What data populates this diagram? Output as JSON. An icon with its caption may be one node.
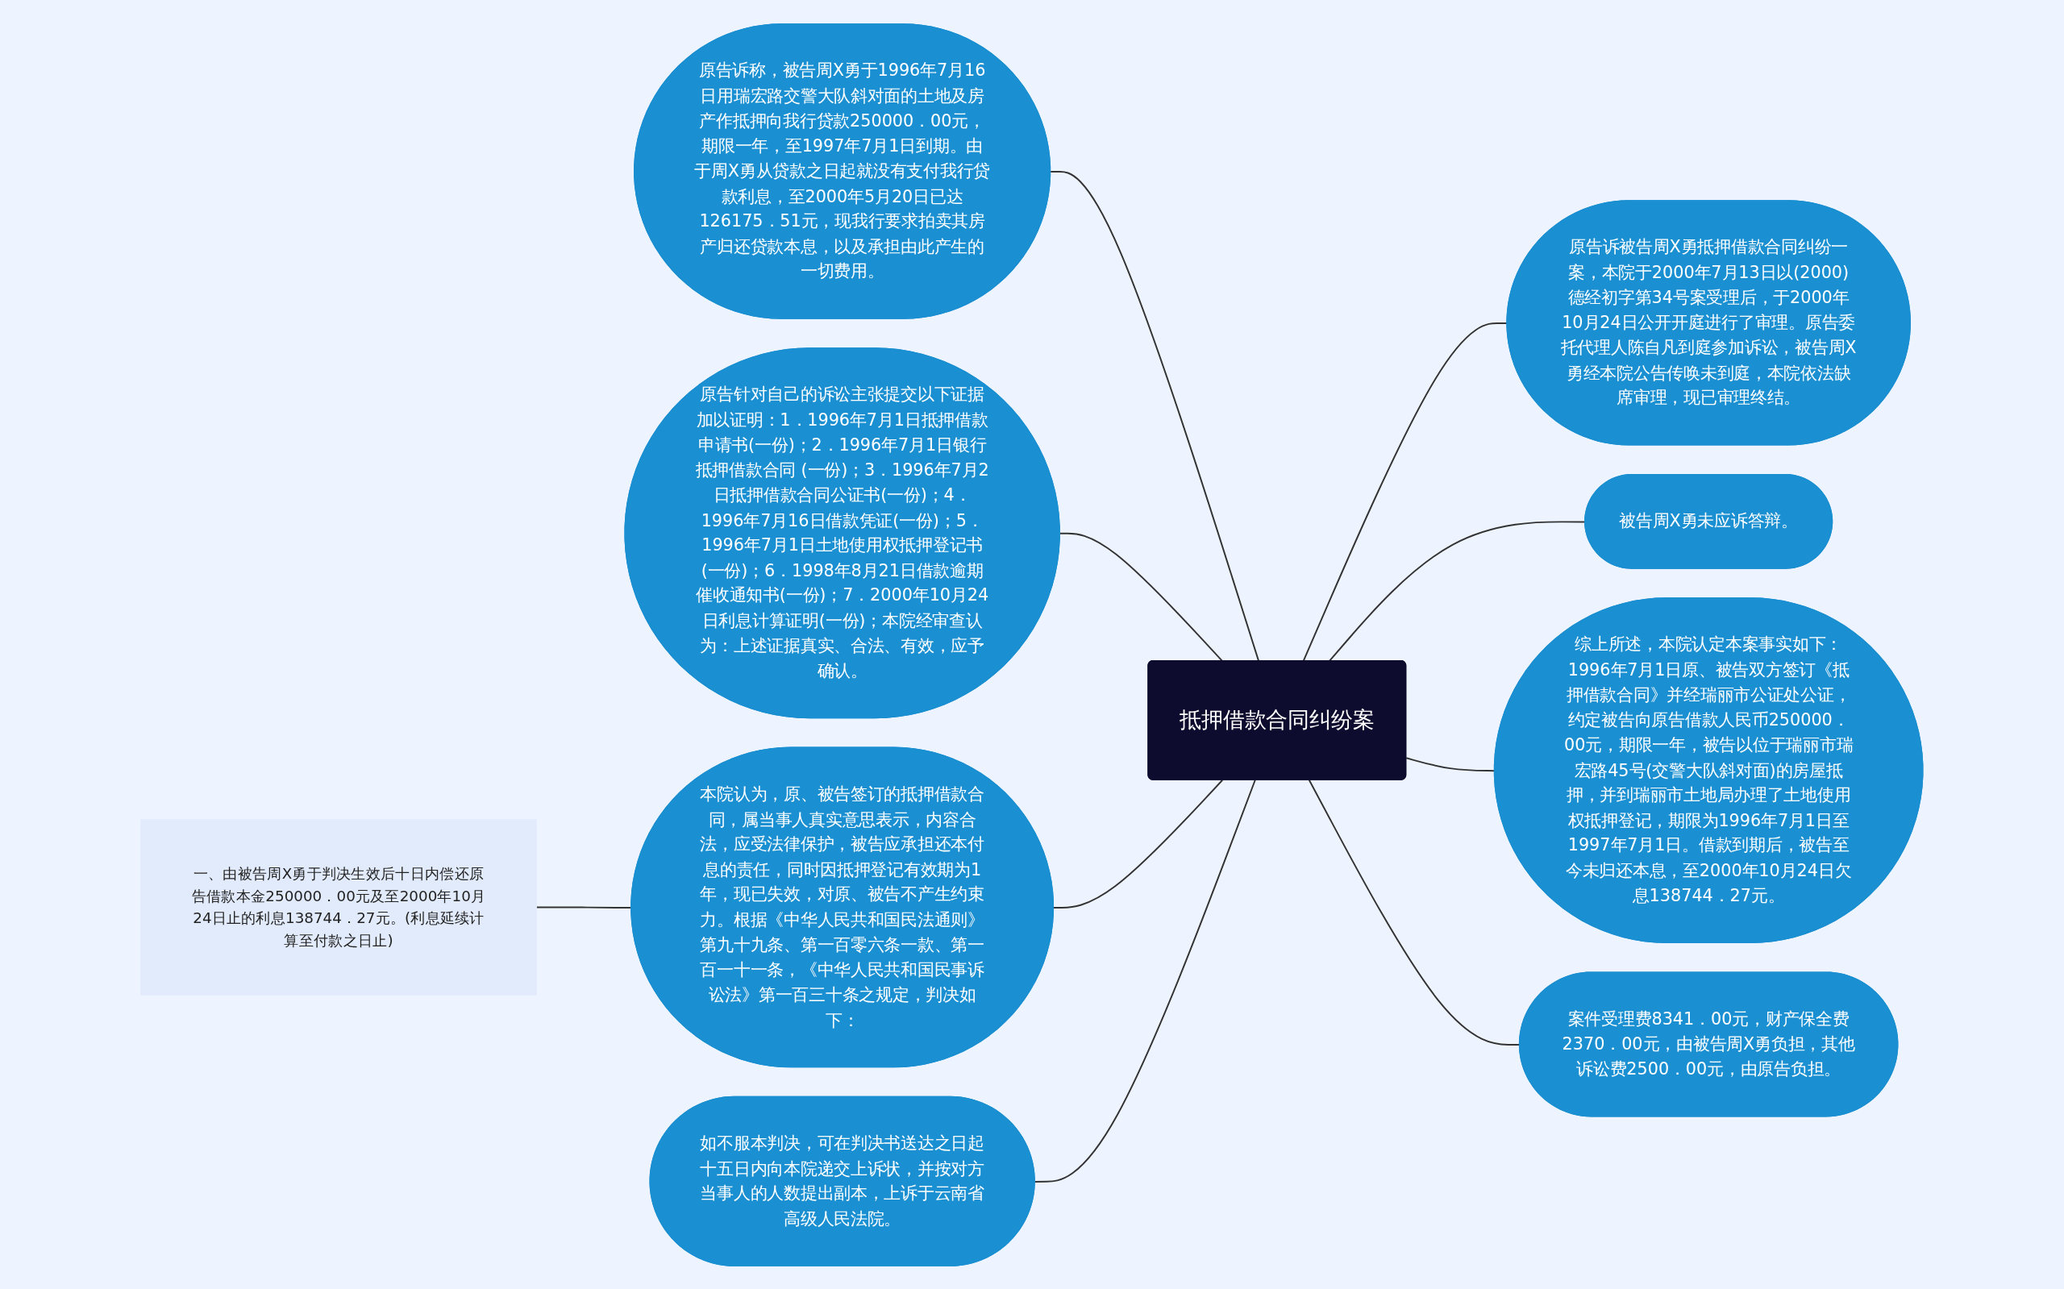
{
  "diagram": {
    "nodes": [
      {
        "text": [
          "抵押借款合同纠纷案"
        ]
      },
      {
        "text": [
          "原告诉称，被告周X勇于1996年7月16日用瑞宏路交警大队斜对面的土地及房产作抵押向我行贷款250000．00元，期限一年，至1997年7月1日到期。由于周X勇从贷款之日起就没有支付我行贷款利息，至2000年5月20日已达126175．51元，现我行要求拍卖其房产归还贷款本息，以及承担由此产生的一切费用。"
        ]
      },
      {
        "text": [
          "原告针对自己的诉讼主张提交以下证据加以证明：1．1996年7月1日抵押借款申请书(一份)；2．1996年7月1日银行抵押借款合同 (一份)；3．1996年7月2日抵押借款合同公证书(一份)；4．1996年7月16日借款凭证(一份)；5．1996年7月1日土地使用权抵押登记书(一份)；6．1998年8月21日借款逾期催收通知书(一份)；7．2000年10月24日利息计算证明(一份)；本院经审查认为：上述证据真实、合法、有效，应予确认。"
        ]
      },
      {
        "text": [
          "本院认为，原、被告签订的抵押借款合同，属当事人真实意思表示，内容合法，应受法律保护，被告应承担还本付息的责任，同时因抵押登记有效期为1年，现已失效，对原、被告不产生约束力。根据《中华人民共和国民法通则》第九十九条、第一百零六条一款、第一百一十一条，《中华人民共和国民事诉讼法》第一百三十条之规定，判决如下："
        ]
      },
      {
        "text": [
          "一、由被告周X勇于判决生效后十日内偿还原告借款本金250000．00元及至2000年10月24日止的利息138744．27元。(利息延续计算至付款之日止)"
        ]
      },
      {
        "text": [
          "如不服本判决，可在判决书送达之日起十五日内向本院递交上诉状，并按对方当事人的人数提出副本，上诉于云南省高级人民法院。"
        ]
      },
      {
        "text": [
          "原告诉被告周X勇抵押借款合同纠纷一案，本院于2000年7月13日以(2000)德经初字第34号案受理后，于2000年10月24日公开开庭进行了审理。原告委托代理人陈自凡到庭参加诉讼，被告周X勇经本院公告传唤未到庭，本院依法缺席审理，现已审理终结。"
        ]
      },
      {
        "text": [
          "被告周X勇未应诉答辩。"
        ]
      },
      {
        "text": [
          "综上所述，本院认定本案事实如下：1996年7月1日原、被告双方签订《抵押借款合同》并经瑞丽市公证处公证，约定被告向原告借款人民币250000．00元，期限一年，被告以位于瑞丽市瑞宏路45号(交警大队斜对面)的房屋抵押，并到瑞丽市土地局办理了土地使用权抵押登记，期限为1996年7月1日至1997年7月1日。借款到期后，被告至今未归还本息，至2000年10月24日欠息138744．27元。"
        ]
      },
      {
        "text": [
          "案件受理费8341．00元，财产保全费2370．00元，由被告周X勇负担，其他诉讼费2500．00元，由原告负担。"
        ]
      }
    ],
    "edges": [
      {
        "from": 0,
        "to": 1,
        "arrow": "none"
      },
      {
        "from": 0,
        "to": 2,
        "arrow": "none"
      },
      {
        "from": 0,
        "to": 3,
        "arrow": "none"
      },
      {
        "from": 3,
        "to": 4,
        "arrow": "none"
      },
      {
        "from": 0,
        "to": 5,
        "arrow": "none"
      },
      {
        "from": 0,
        "to": 6,
        "arrow": "none"
      },
      {
        "from": 0,
        "to": 7,
        "arrow": "none"
      },
      {
        "from": 0,
        "to": 8,
        "arrow": "none"
      },
      {
        "from": 0,
        "to": 9,
        "arrow": "none"
      }
    ]
  }
}
